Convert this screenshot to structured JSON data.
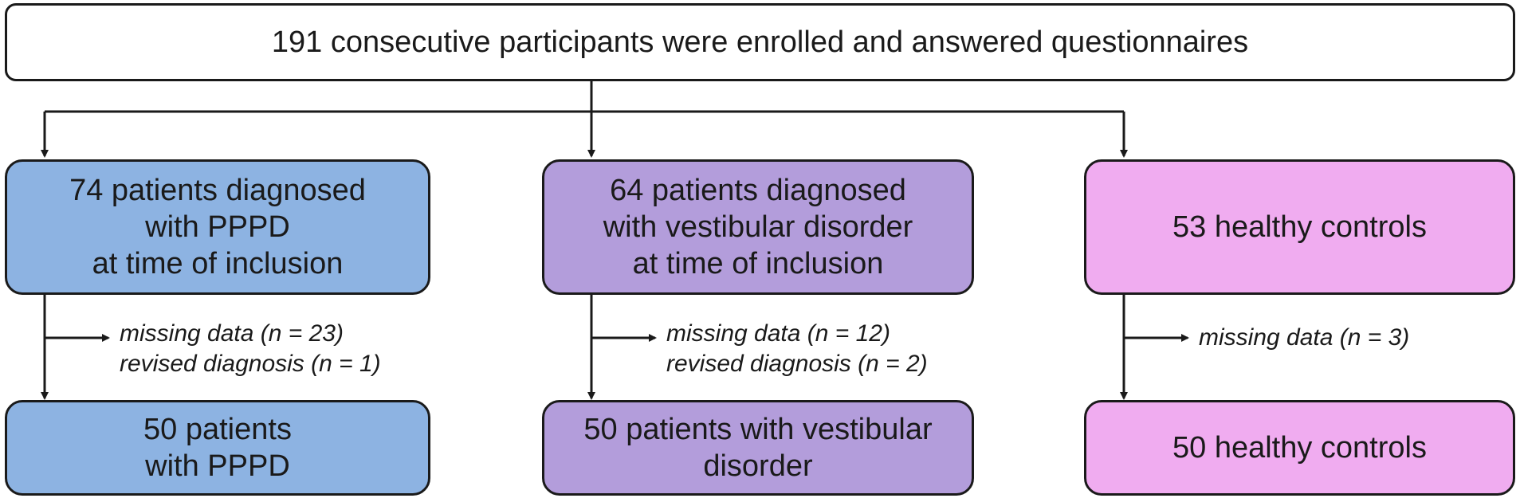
{
  "top": {
    "text": "191 consecutive participants were enrolled and answered questionnaires"
  },
  "columns": [
    {
      "color": "#8db3e2",
      "initial": "74 patients diagnosed\nwith PPPD\nat time of inclusion",
      "exclusions": "missing data (n = 23)\nrevised diagnosis (n = 1)",
      "final": "50 patients\nwith PPPD"
    },
    {
      "color": "#b39ddb",
      "initial": "64 patients diagnosed\nwith vestibular disorder\nat time of inclusion",
      "exclusions": "missing data (n = 12)\nrevised diagnosis (n = 2)",
      "final": "50 patients with vestibular\ndisorder"
    },
    {
      "color": "#f0acf0",
      "initial": "53 healthy controls",
      "exclusions": "missing data (n = 3)",
      "final": "50 healthy controls"
    }
  ]
}
